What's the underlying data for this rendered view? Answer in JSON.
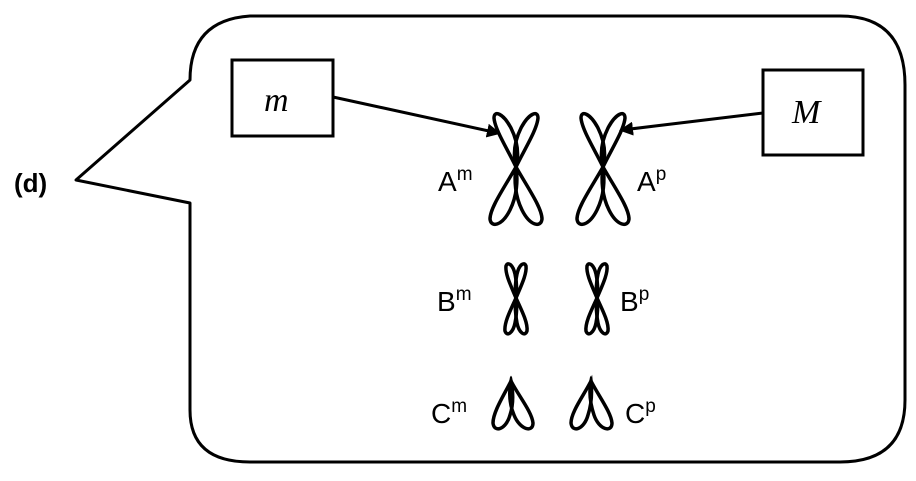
{
  "panel_label": "(d)",
  "boxes": {
    "left": "m",
    "right": "M"
  },
  "chromosomes": {
    "A_left": {
      "base": "A",
      "sup": "m"
    },
    "A_right": {
      "base": "A",
      "sup": "p"
    },
    "B_left": {
      "base": "B",
      "sup": "m"
    },
    "B_right": {
      "base": "B",
      "sup": "p"
    },
    "C_left": {
      "base": "C",
      "sup": "m"
    },
    "C_right": {
      "base": "C",
      "sup": "p"
    }
  }
}
